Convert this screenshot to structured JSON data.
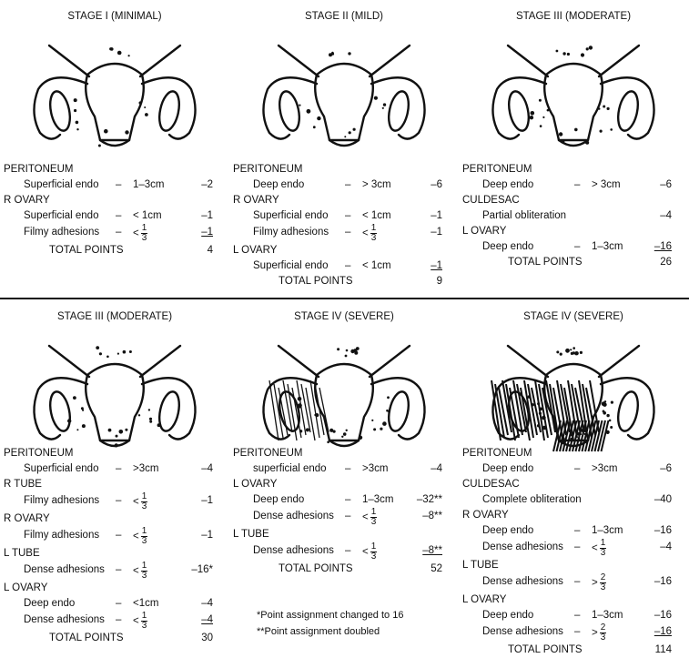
{
  "panels": [
    {
      "title": "STAGE I (MINIMAL)",
      "rows": [
        {
          "t": "h",
          "label": "PERITONEUM"
        },
        {
          "t": "i",
          "label": "Superficial endo",
          "dash": "–",
          "size": "1–3cm",
          "pts": "–2"
        },
        {
          "t": "h",
          "label": "R OVARY"
        },
        {
          "t": "i",
          "label": "Superficial endo",
          "dash": "–",
          "size": "< 1cm",
          "pts": "–1"
        },
        {
          "t": "i",
          "label": "Filmy adhesions",
          "dash": "–",
          "size": "<",
          "fn": "1",
          "fd": "3",
          "pts": "–1",
          "ul": true
        },
        {
          "t": "tot",
          "label": "TOTAL POINTS",
          "pts": "4"
        }
      ]
    },
    {
      "title": "STAGE II (MILD)",
      "rows": [
        {
          "t": "h",
          "label": "PERITONEUM"
        },
        {
          "t": "i",
          "label": "Deep endo",
          "dash": "–",
          "size": "> 3cm",
          "pts": "–6"
        },
        {
          "t": "h",
          "label": "R OVARY"
        },
        {
          "t": "i",
          "label": "Superficial endo",
          "dash": "–",
          "size": "< 1cm",
          "pts": "–1"
        },
        {
          "t": "i",
          "label": "Filmy adhesions",
          "dash": "–",
          "size": "<",
          "fn": "1",
          "fd": "3",
          "pts": "–1"
        },
        {
          "t": "h",
          "label": "L OVARY"
        },
        {
          "t": "i",
          "label": "Superficial endo",
          "dash": "–",
          "size": "< 1cm",
          "pts": "–1",
          "ul": true
        },
        {
          "t": "tot",
          "label": "TOTAL POINTS",
          "pts": "9"
        }
      ]
    },
    {
      "title": "STAGE III (MODERATE)",
      "rows": [
        {
          "t": "h",
          "label": "PERITONEUM"
        },
        {
          "t": "i",
          "label": "Deep endo",
          "dash": "–",
          "size": "> 3cm",
          "pts": "–6"
        },
        {
          "t": "h",
          "label": "CULDESAC"
        },
        {
          "t": "i",
          "label": "Partial obliteration",
          "pts": "–4"
        },
        {
          "t": "h",
          "label": "L OVARY"
        },
        {
          "t": "i",
          "label": "Deep endo",
          "dash": "–",
          "size": "1–3cm",
          "pts": "–16",
          "ul": true
        },
        {
          "t": "tot",
          "label": "TOTAL POINTS",
          "pts": "26"
        }
      ]
    },
    {
      "title": "STAGE III (MODERATE)",
      "rows": [
        {
          "t": "h",
          "label": "PERITONEUM"
        },
        {
          "t": "i",
          "label": "Superficial endo",
          "dash": "–",
          "size": ">3cm",
          "pts": "–4"
        },
        {
          "t": "h",
          "label": "R TUBE"
        },
        {
          "t": "i",
          "label": "Filmy adhesions",
          "dash": "–",
          "size": "<",
          "fn": "1",
          "fd": "3",
          "pts": "–1"
        },
        {
          "t": "h",
          "label": "R OVARY"
        },
        {
          "t": "i",
          "label": "Filmy adhesions",
          "dash": "–",
          "size": "<",
          "fn": "1",
          "fd": "3",
          "pts": "–1"
        },
        {
          "t": "h",
          "label": "L TUBE"
        },
        {
          "t": "i",
          "label": "Dense adhesions",
          "dash": "–",
          "size": "<",
          "fn": "1",
          "fd": "3",
          "pts": "–16*"
        },
        {
          "t": "h",
          "label": "L OVARY"
        },
        {
          "t": "i",
          "label": "Deep endo",
          "dash": "–",
          "size": "<1cm",
          "pts": "–4"
        },
        {
          "t": "i",
          "label": "Dense adhesions",
          "dash": "–",
          "size": "<",
          "fn": "1",
          "fd": "3",
          "pts": "–4",
          "ul": true
        },
        {
          "t": "tot",
          "label": "TOTAL POINTS",
          "pts": "30"
        }
      ]
    },
    {
      "title": "STAGE IV (SEVERE)",
      "rows": [
        {
          "t": "h",
          "label": "PERITONEUM"
        },
        {
          "t": "i",
          "label": "superficial endo",
          "dash": "–",
          "size": ">3cm",
          "pts": "–4"
        },
        {
          "t": "h",
          "label": "L OVARY"
        },
        {
          "t": "i",
          "label": "Deep endo",
          "dash": "–",
          "size": "1–3cm",
          "pts": "–32**"
        },
        {
          "t": "i",
          "label": "Dense adhesions",
          "dash": "–",
          "size": "<",
          "fn": "1",
          "fd": "3",
          "pts": "–8**"
        },
        {
          "t": "h",
          "label": "L TUBE"
        },
        {
          "t": "i",
          "label": "Dense adhesions",
          "dash": "–",
          "size": "<",
          "fn": "1",
          "fd": "3",
          "pts": "–8**",
          "ul": true
        },
        {
          "t": "tot",
          "label": "TOTAL POINTS",
          "pts": "52"
        }
      ],
      "notes": [
        "*Point assignment changed to 16",
        "**Point assignment doubled"
      ]
    },
    {
      "title": "STAGE IV (SEVERE)",
      "rows": [
        {
          "t": "h",
          "label": "PERITONEUM"
        },
        {
          "t": "i",
          "label": "Deep endo",
          "dash": "–",
          "size": ">3cm",
          "pts": "–6"
        },
        {
          "t": "h",
          "label": "CULDESAC"
        },
        {
          "t": "i",
          "label": "Complete obliteration",
          "pts": "–40"
        },
        {
          "t": "h",
          "label": "R OVARY"
        },
        {
          "t": "i",
          "label": "Deep endo",
          "dash": "–",
          "size": "1–3cm",
          "pts": "–16"
        },
        {
          "t": "i",
          "label": "Dense adhesions",
          "dash": "–",
          "size": "<",
          "fn": "1",
          "fd": "3",
          "pts": "–4"
        },
        {
          "t": "h",
          "label": "L TUBE"
        },
        {
          "t": "i",
          "label": "Dense adhesions",
          "dash": "–",
          "size": ">",
          "fn": "2",
          "fd": "3",
          "pts": "–16"
        },
        {
          "t": "h",
          "label": "L OVARY"
        },
        {
          "t": "i",
          "label": "Deep endo",
          "dash": "–",
          "size": "1–3cm",
          "pts": "–16"
        },
        {
          "t": "i",
          "label": "Dense adhesions",
          "dash": "–",
          "size": ">",
          "fn": "2",
          "fd": "3",
          "pts": "–16",
          "ul": true
        },
        {
          "t": "tot",
          "label": "TOTAL POINTS",
          "pts": "114"
        }
      ]
    }
  ]
}
